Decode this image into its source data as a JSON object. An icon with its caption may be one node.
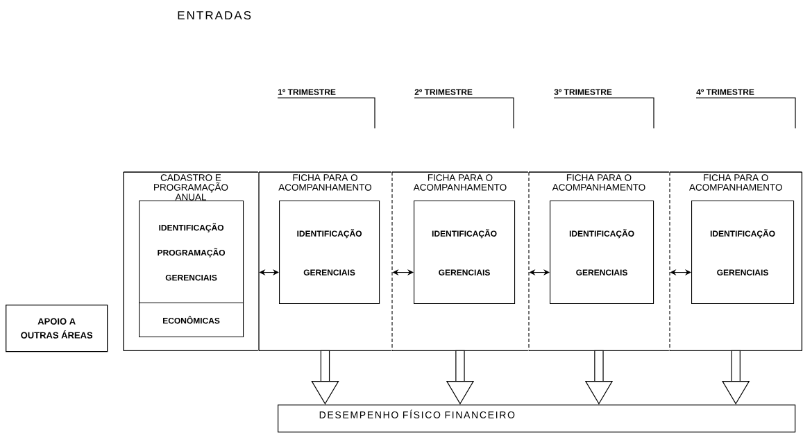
{
  "diagram": {
    "title": "ENTRADAS",
    "nodes": [
      {
        "text": [
          "CADASTRO E PROGRAMAÇÃO ANUAL"
        ]
      },
      {
        "text": [
          "IDENTIFICAÇÃO",
          "PROGRAMAÇÃO",
          "GERENCIAIS"
        ],
        "in": 0
      },
      {
        "text": [
          "ECONÔMICAS"
        ],
        "in": 0
      },
      {
        "text": [
          "FICHA PARA O ACOMPANHAMENTO"
        ]
      },
      {
        "text": [
          "IDENTIFICAÇÃO",
          "GERENCIAIS"
        ],
        "in": 3
      },
      {
        "text": [
          "FICHA PARA O ACOMPANHAMENTO"
        ]
      },
      {
        "text": [
          "IDENTIFICAÇÃO",
          "GERENCIAIS"
        ],
        "in": 5
      },
      {
        "text": [
          "FICHA PARA O ACOMPANHAMENTO"
        ]
      },
      {
        "text": [
          "IDENTIFICAÇÃO",
          "GERENCIAIS"
        ],
        "in": 7
      },
      {
        "text": [
          "FICHA PARA O ACOMPANHAMENTO"
        ]
      },
      {
        "text": [
          "IDENTIFICAÇÃO",
          "GERENCIAIS"
        ],
        "in": 9
      },
      {
        "text": [
          "APOIO A OUTRAS ÁREAS"
        ]
      },
      {
        "text": [
          "DESEMPENHO FÍSICO FINANCEIRO"
        ]
      }
    ],
    "edges": [
      {
        "from": 0,
        "to": 4,
        "arrow": "both"
      },
      {
        "from": 3,
        "to": 6,
        "arrow": "both"
      },
      {
        "from": 5,
        "to": 8,
        "arrow": "both"
      },
      {
        "from": 7,
        "to": 10,
        "arrow": "both"
      },
      {
        "from": 3,
        "to": 12,
        "arrow": "to",
        "style": "thick"
      },
      {
        "from": 5,
        "to": 12,
        "arrow": "to",
        "style": "thick"
      },
      {
        "from": 7,
        "to": 12,
        "arrow": "to",
        "style": "thick"
      },
      {
        "from": 9,
        "to": 12,
        "arrow": "to",
        "style": "thick"
      }
    ],
    "labels": [
      "1º TRIMESTRE",
      "2º TRIMESTRE",
      "3º TRIMESTRE",
      "4º TRIMESTRE"
    ]
  }
}
